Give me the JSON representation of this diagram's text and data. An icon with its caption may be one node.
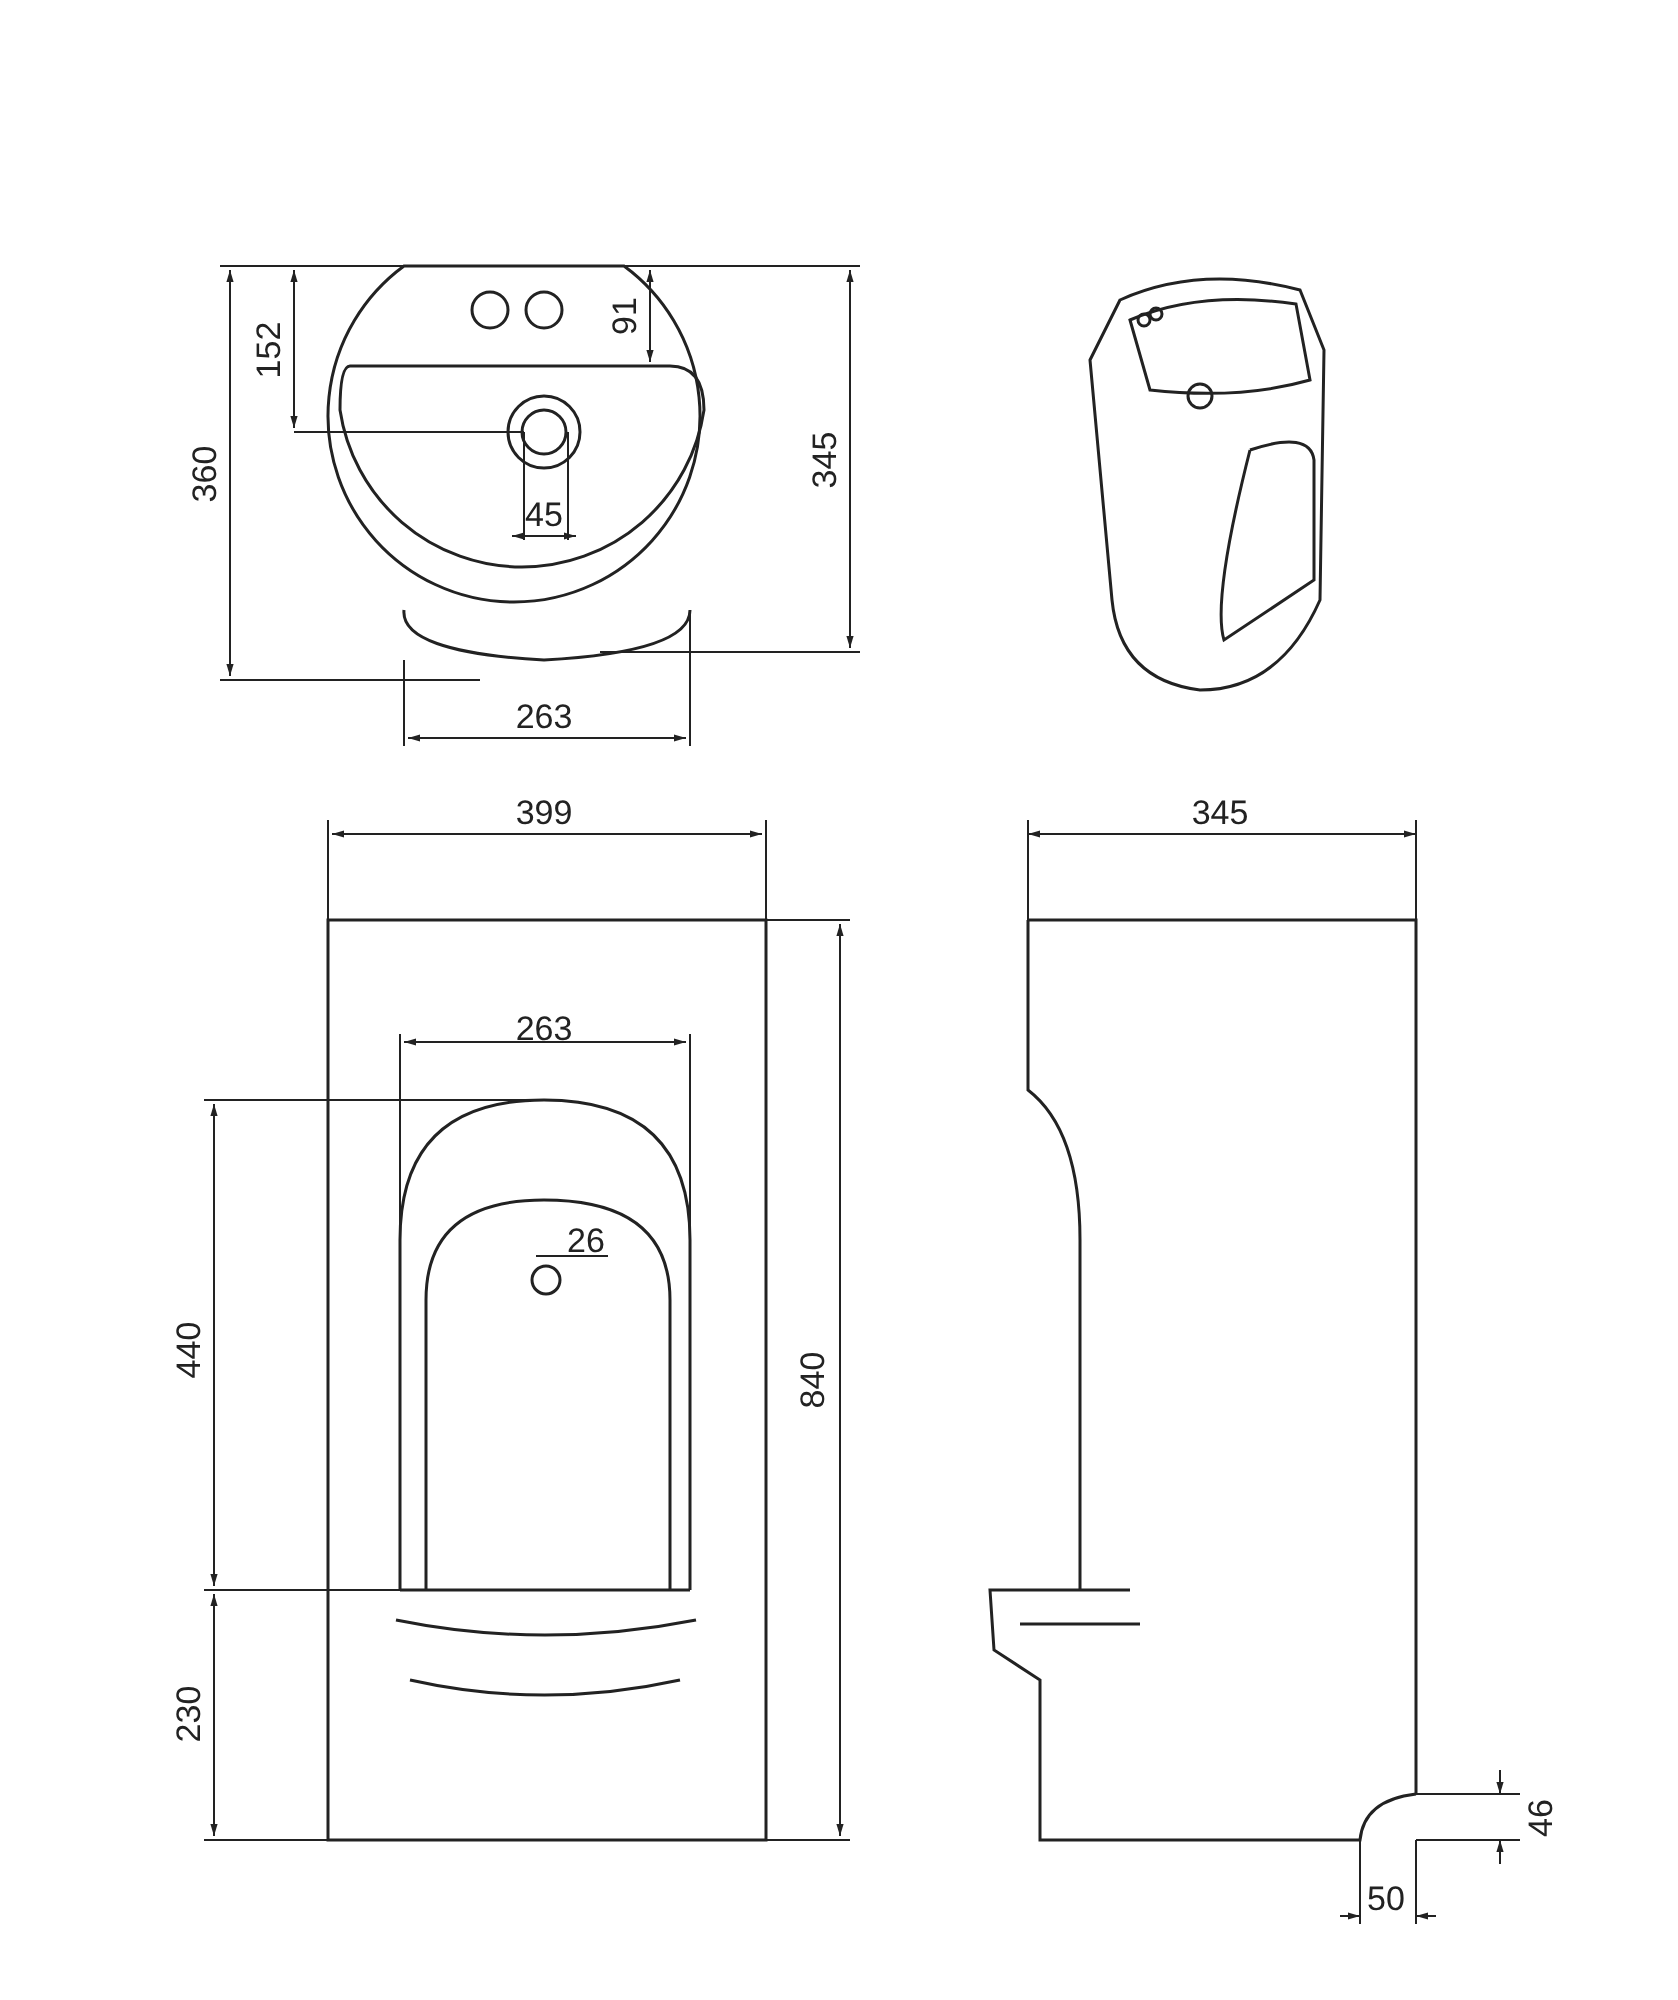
{
  "diagram": {
    "labels": [
      "152",
      "91",
      "360",
      "345",
      "45",
      "263",
      "399",
      "345",
      "263",
      "26",
      "440",
      "840",
      "230",
      "46",
      "50"
    ]
  }
}
